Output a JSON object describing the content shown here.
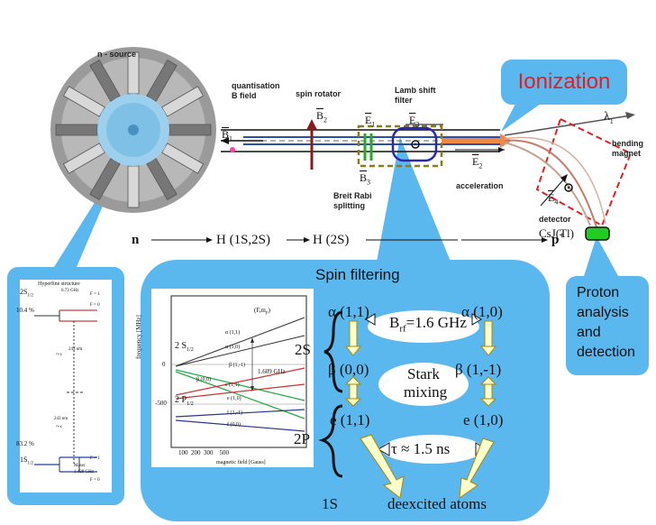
{
  "source": {
    "title": "n - source"
  },
  "beamline": {
    "quant_label_1": "quantisation",
    "quant_label_2": "B field",
    "spin_rotator": "spin rotator",
    "lamb_1": "Lamb shift",
    "lamb_2": "filter",
    "breit_1": "Breit Rabi",
    "breit_2": "splitting",
    "acceleration": "acceleration",
    "bending_1": "bending",
    "bending_2": "magnet",
    "detector": "detector",
    "csj": "CsJ(Tl)",
    "b1": "B",
    "b1_sub": "1",
    "b2": "B",
    "b2_sub": "2",
    "b3": "B",
    "b3_sub": "3",
    "e1": "E",
    "e1_sub": "1",
    "e3": "E",
    "e3_sub": "3",
    "e2": "E",
    "e2_sub": "2",
    "e4": "E",
    "e4_sub": "4",
    "lambda": "λ",
    "lambda_sub": "1"
  },
  "ionization": {
    "label": "Ionization"
  },
  "sequence": {
    "n": "n",
    "h1": "H (1S,2S)",
    "h2": "H (2S)",
    "p": "p",
    "p_sup": "+"
  },
  "hyperfine": {
    "title": "Hyperfine structure",
    "pct_top": "10.4 %",
    "pct_bottom": "83.2 %",
    "level_2s": "2S",
    "level_2s_sub": "1/2",
    "level_1s": "1S",
    "level_1s_sub": "1/2",
    "ghz_top": "0.73 GHz",
    "f1_top": "F = 1",
    "f0_top": "F = 0",
    "nm_243": "243 nm",
    "nm_243b": "243 nm",
    "maser": "Maser",
    "ghz_bottom": "1.428 GHz",
    "f1_bottom": "F = 1",
    "f0_bottom": "F = 0"
  },
  "spin_filtering": {
    "title": "Spin filtering",
    "level_2s": "2S",
    "level_2p": "2P",
    "level_1s": "1S",
    "alpha11": "α (1,1)",
    "alpha10": "α (1,0)",
    "beta00": "β (0,0)",
    "beta1m1": "β (1,-1)",
    "e11": "e (1,1)",
    "e10": "e (1,0)",
    "brf": "B",
    "brf_sub": "rf",
    "brf_val": "=1.6 GHz",
    "stark_1": "Stark",
    "stark_2": "mixing",
    "tau": "τ  ≈ 1.5 ns",
    "deexcited": "deexcited atoms"
  },
  "breit_plot": {
    "ylabel": "frequency [MHz]",
    "xlabel": "magnetic field [Gauss]",
    "fm": "(F,m",
    "fm_sub": "F",
    "fm_end": ")",
    "ytick_0": "0",
    "ytick_m500": "-500",
    "xticks": [
      "100",
      "200",
      "300",
      "500"
    ],
    "lvl_2s": "2 S",
    "lvl_2s_sub": "1/2",
    "lvl_2p": "2 P",
    "lvl_2p_sub": "1/2",
    "ghz": "1.609 GHz",
    "lines": [
      "α (1,1)",
      "α (1,0)",
      "β (1,-1)",
      "β (0,0)",
      "e (1,1)",
      "e (1,0)",
      "f (1,-1)",
      "f (0,0)"
    ]
  },
  "proton": {
    "line1": "Proton",
    "line2": "analysis",
    "line3": "and",
    "line4": "detection"
  },
  "colors": {
    "panel": "#5ab8ef",
    "panel_border": "#2c8fd0",
    "ionization_text": "#e02020",
    "green": "#22cc22"
  }
}
